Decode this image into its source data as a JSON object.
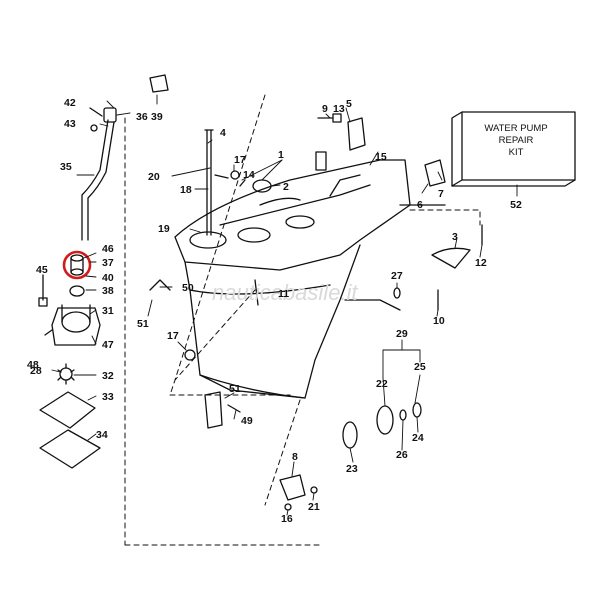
{
  "kit_box": {
    "lines": [
      "WATER PUMP",
      "REPAIR",
      "KIT"
    ],
    "part_number": "52"
  },
  "watermark": "nauticabasile.it",
  "highlight_color": "#d11a1a",
  "labels": [
    {
      "id": "l1",
      "text": "1"
    },
    {
      "id": "l2",
      "text": "2"
    },
    {
      "id": "l3",
      "text": "3"
    },
    {
      "id": "l4",
      "text": "4"
    },
    {
      "id": "l5",
      "text": "5"
    },
    {
      "id": "l6",
      "text": "6"
    },
    {
      "id": "l7",
      "text": "7"
    },
    {
      "id": "l8",
      "text": "8"
    },
    {
      "id": "l9",
      "text": "9"
    },
    {
      "id": "l10",
      "text": "10"
    },
    {
      "id": "l11",
      "text": "11"
    },
    {
      "id": "l12",
      "text": "12"
    },
    {
      "id": "l13",
      "text": "13"
    },
    {
      "id": "l14",
      "text": "14"
    },
    {
      "id": "l15",
      "text": "15"
    },
    {
      "id": "l16",
      "text": "16"
    },
    {
      "id": "l17a",
      "text": "17"
    },
    {
      "id": "l17b",
      "text": "17"
    },
    {
      "id": "l18",
      "text": "18"
    },
    {
      "id": "l19",
      "text": "19"
    },
    {
      "id": "l20",
      "text": "20"
    },
    {
      "id": "l21",
      "text": "21"
    },
    {
      "id": "l22",
      "text": "22"
    },
    {
      "id": "l23",
      "text": "23"
    },
    {
      "id": "l24",
      "text": "24"
    },
    {
      "id": "l25",
      "text": "25"
    },
    {
      "id": "l26",
      "text": "26"
    },
    {
      "id": "l27",
      "text": "27"
    },
    {
      "id": "l28",
      "text": "28"
    },
    {
      "id": "l29",
      "text": "29"
    },
    {
      "id": "l31",
      "text": "31"
    },
    {
      "id": "l32",
      "text": "32"
    },
    {
      "id": "l33",
      "text": "33"
    },
    {
      "id": "l34",
      "text": "34"
    },
    {
      "id": "l35",
      "text": "35"
    },
    {
      "id": "l36",
      "text": "36"
    },
    {
      "id": "l37",
      "text": "37"
    },
    {
      "id": "l38",
      "text": "38"
    },
    {
      "id": "l39",
      "text": "39"
    },
    {
      "id": "l40",
      "text": "40"
    },
    {
      "id": "l42",
      "text": "42"
    },
    {
      "id": "l43",
      "text": "43"
    },
    {
      "id": "l45",
      "text": "45"
    },
    {
      "id": "l46",
      "text": "46"
    },
    {
      "id": "l47",
      "text": "47"
    },
    {
      "id": "l48",
      "text": "48"
    },
    {
      "id": "l49",
      "text": "49"
    },
    {
      "id": "l50",
      "text": "50"
    },
    {
      "id": "l51a",
      "text": "51"
    },
    {
      "id": "l51b",
      "text": "51"
    }
  ]
}
